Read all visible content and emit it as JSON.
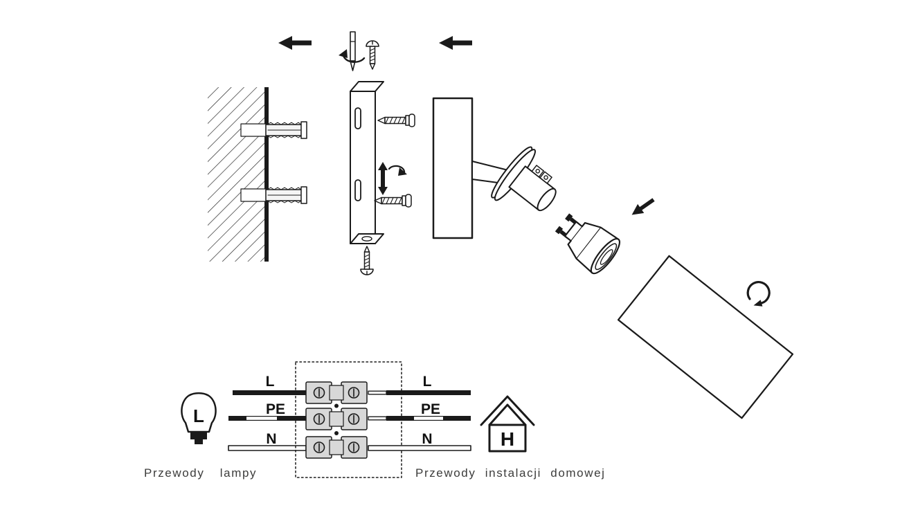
{
  "colors": {
    "line": "#1a1a1a",
    "terminal_block_fill": "#d8d8d8",
    "terminal_screw_fill": "#c9c9c9",
    "caption_text": "#3c3c3b",
    "background": "#ffffff"
  },
  "assembly": {
    "icons": [
      "step-arrow-left",
      "screwdriver-bit-icon",
      "screw-rotation-arrow-icon",
      "mounting-screw-icon",
      "wall-plug-icon",
      "mounting-bracket",
      "up-down-arrow-icon",
      "lamp-body",
      "gu10-bulb",
      "insert-arrow-icon",
      "glass-shade",
      "rotate-shade-arrow-icon"
    ]
  },
  "wiring": {
    "lamp_side": {
      "symbol_letter": "L",
      "labels": [
        "L",
        "PE",
        "N"
      ],
      "caption": "Przewody lampy"
    },
    "house_side": {
      "symbol_letter": "H",
      "labels": [
        "L",
        "PE",
        "N"
      ],
      "caption": "Przewody instalacji domowej"
    }
  }
}
